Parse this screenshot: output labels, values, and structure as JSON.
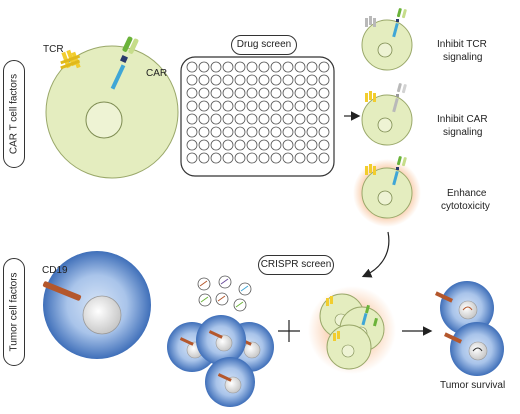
{
  "labels": {
    "car_t_cell_factors": "CAR T cell factors",
    "tumor_cell_factors": "Tumor cell factors",
    "tcr": "TCR",
    "car": "CAR",
    "cd19": "CD19",
    "drug_screen": "Drug screen",
    "crispr_screen": "CRISPR screen",
    "inhibit_tcr_line1": "Inhibit TCR",
    "inhibit_tcr_line2": "signaling",
    "inhibit_car_line1": "Inhibit CAR",
    "inhibit_car_line2": "signaling",
    "enhance_line1": "Enhance",
    "enhance_line2": "cytotoxicity",
    "tumor_survival": "Tumor survival"
  },
  "colors": {
    "t_cell_fill": "#e4edbf",
    "t_cell_stroke": "#9aa86a",
    "tumor_outer": "#3f6fb9",
    "tumor_inner": "#cfe0f4",
    "tcr_yellow": "#f2cd2e",
    "car_green": "#6bb33a",
    "car_blue": "#3fa6d6",
    "car_navy": "#2a3a6c",
    "cd19_brown": "#b4572c",
    "gray_receptor": "#b9b9b9",
    "glow_orange": "#f6b07a"
  }
}
